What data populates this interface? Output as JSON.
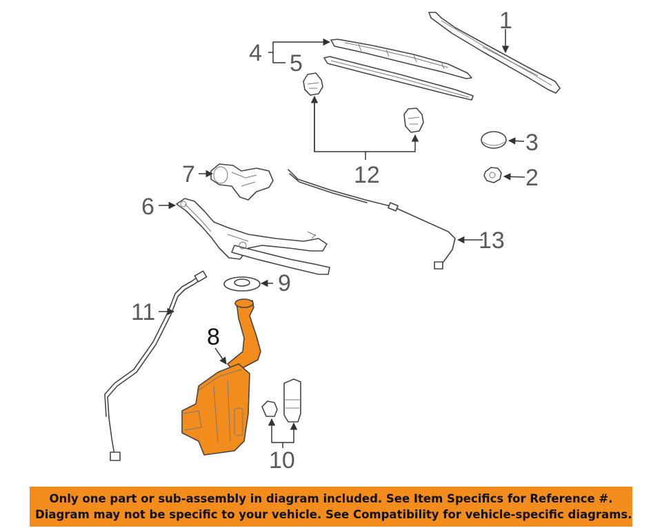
{
  "colors": {
    "highlight": "#f28c1c",
    "highlight_dark": "#b86000",
    "banner": "#f28c1c",
    "line": "#444444",
    "label": "#5a5a5a"
  },
  "callouts": {
    "c1": "1",
    "c2": "2",
    "c3": "3",
    "c4": "4",
    "c5": "5",
    "c6": "6",
    "c7": "7",
    "c8": "8",
    "c9": "9",
    "c10": "10",
    "c11": "11",
    "c12": "12",
    "c13": "13"
  },
  "notice": {
    "line1": "Only one part or sub-assembly in diagram included. See Item Specifics for Reference #.",
    "line2": "Diagram may not be specific to your vehicle. See Compatibility for vehicle-specific diagrams."
  }
}
